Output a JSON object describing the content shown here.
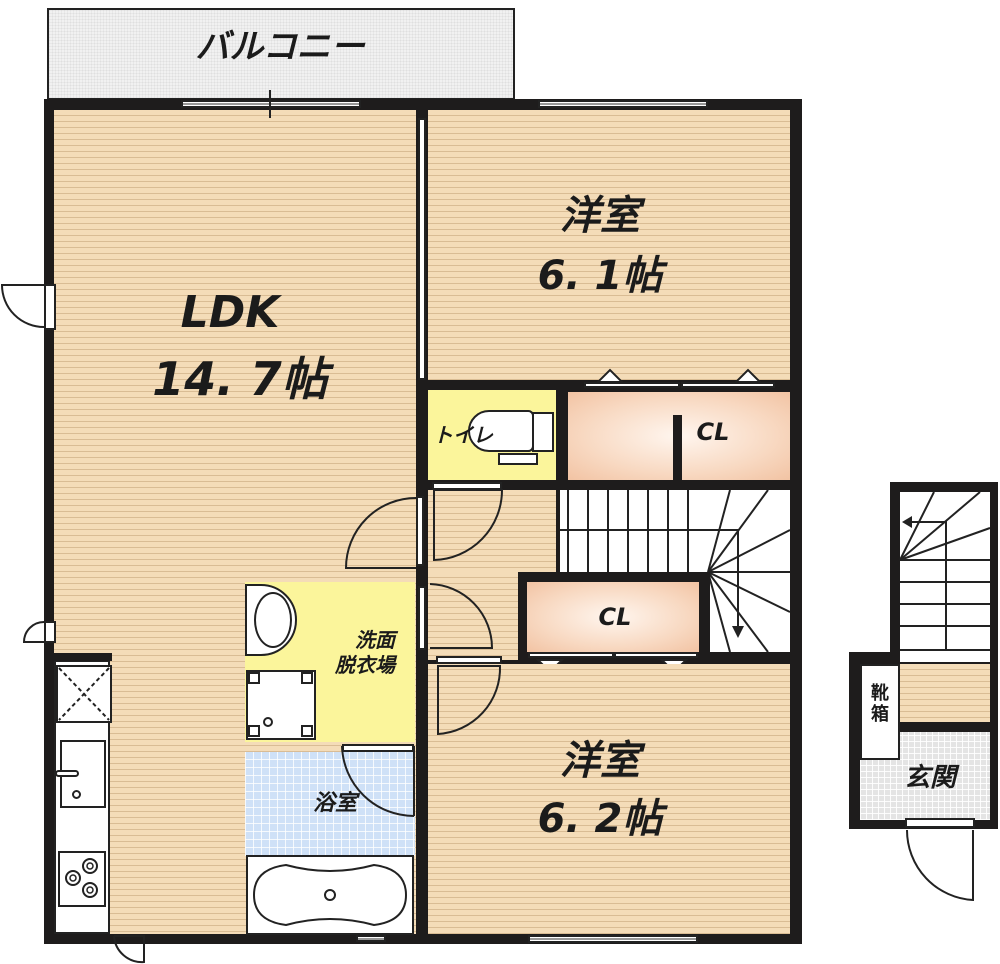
{
  "floorplan": {
    "colors": {
      "floor": "#f4dcb8",
      "wall": "#1e1c1c",
      "wet_area": "#fbf59b",
      "closet": "#f8d9c2",
      "bathroom": "#cfe1f7",
      "entrance": "#e4e4e4",
      "balcony": "#f1f1f1"
    },
    "rooms": {
      "balcony": {
        "label": "バルコニー"
      },
      "ldk": {
        "name": "LDK",
        "size": "14. 7帖"
      },
      "western_room_1": {
        "name": "洋室",
        "size": "6. 1帖"
      },
      "western_room_2": {
        "name": "洋室",
        "size": "6. 2帖"
      },
      "toilet": {
        "label": "トイレ"
      },
      "closet_1": {
        "label": "CL"
      },
      "closet_2": {
        "label": "CL"
      },
      "washroom": {
        "line1": "洗面",
        "line2": "脱衣場"
      },
      "bathroom": {
        "label": "浴室"
      },
      "shoe_box": {
        "line1": "靴",
        "line2": "箱"
      },
      "entrance": {
        "label": "玄関"
      }
    }
  }
}
